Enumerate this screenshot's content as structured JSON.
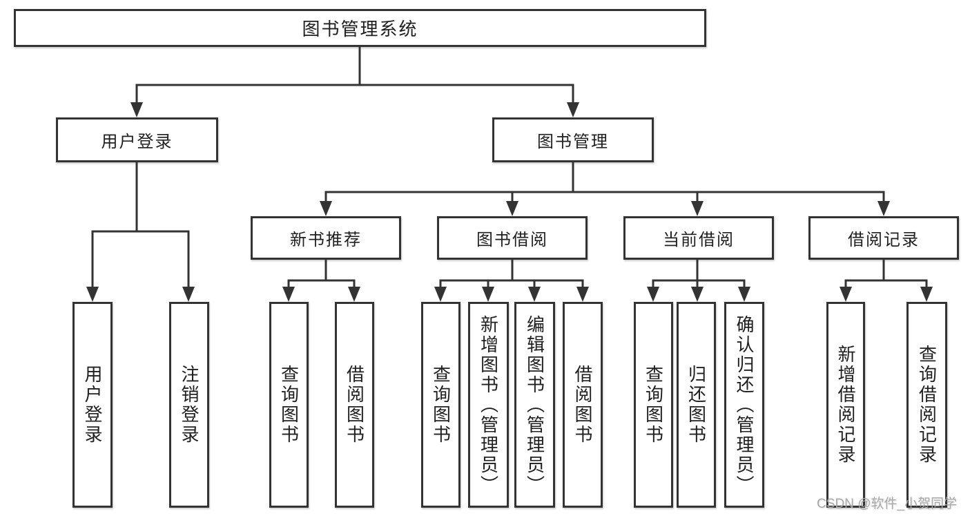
{
  "diagram": {
    "type": "hierarchy-tree",
    "colors": {
      "line": "#333333",
      "node_border": "#333333",
      "node_fill": "#ffffff",
      "text": "#1f1f1f",
      "watermark_text": "#a9a9a9",
      "background": "#ffffff"
    },
    "watermark": "CSDN @软件_小贺同学",
    "nodes": {
      "root": {
        "label": "图书管理系统"
      },
      "user_login": {
        "label": "用户登录"
      },
      "book_management": {
        "label": "图书管理"
      },
      "new_book_recommend": {
        "label": "新书推荐"
      },
      "book_borrowing": {
        "label": "图书借阅"
      },
      "current_borrowing": {
        "label": "当前借阅"
      },
      "borrowing_records": {
        "label": "借阅记录"
      },
      "leaf_user_login": {
        "label": "用户登录"
      },
      "leaf_logout": {
        "label": "注销登录"
      },
      "nb_query_books": {
        "label": "查询图书"
      },
      "nb_borrow_books": {
        "label": "借阅图书"
      },
      "bb_query_books": {
        "label": "查询图书"
      },
      "bb_add_books_admin": {
        "label": "新增图书（管理员）"
      },
      "bb_edit_books_admin": {
        "label": "编辑图书（管理员）"
      },
      "bb_borrow_books": {
        "label": "借阅图书"
      },
      "cb_query_books": {
        "label": "查询图书"
      },
      "cb_return_books": {
        "label": "归还图书"
      },
      "cb_confirm_return_admin": {
        "label": "确认归还（管理员）"
      },
      "br_add_record": {
        "label": "新增借阅记录"
      },
      "br_query_record": {
        "label": "查询借阅记录"
      }
    },
    "edges": [
      "root->user_login",
      "root->book_management",
      "user_login->leaf_user_login",
      "user_login->leaf_logout",
      "book_management->new_book_recommend",
      "book_management->book_borrowing",
      "book_management->current_borrowing",
      "book_management->borrowing_records",
      "new_book_recommend->nb_query_books",
      "new_book_recommend->nb_borrow_books",
      "book_borrowing->bb_query_books",
      "book_borrowing->bb_add_books_admin",
      "book_borrowing->bb_edit_books_admin",
      "book_borrowing->bb_borrow_books",
      "current_borrowing->cb_query_books",
      "current_borrowing->cb_return_books",
      "current_borrowing->cb_confirm_return_admin",
      "borrowing_records->br_add_record",
      "borrowing_records->br_query_record"
    ]
  }
}
